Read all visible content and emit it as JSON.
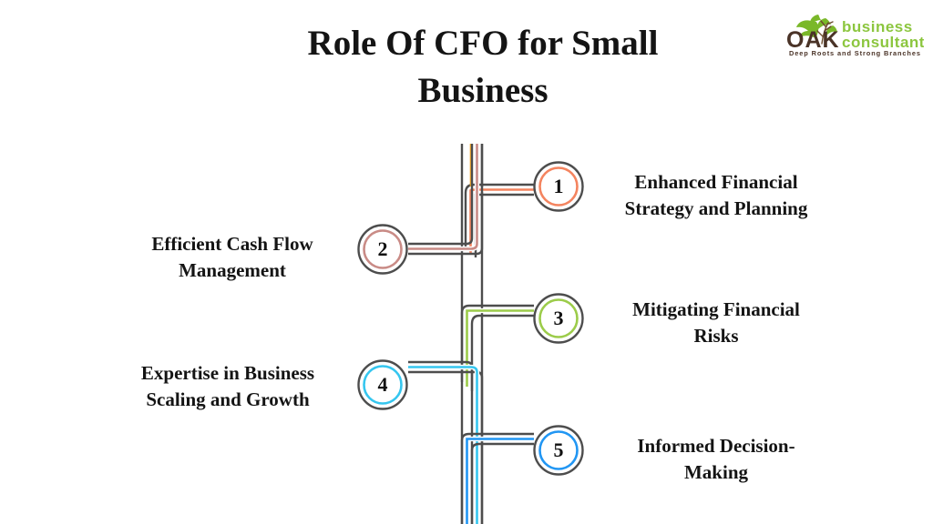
{
  "page": {
    "background_color": "#ffffff",
    "title_lines": [
      "Role Of CFO for Small",
      "Business"
    ],
    "title_full": "Role Of CFO for Small Business"
  },
  "logo": {
    "name": "oak-business-consultant-logo",
    "brand_word": "OAK",
    "line1": "business",
    "line2": "consultant",
    "tagline": "Deep Roots and Strong Branches",
    "colors": {
      "oak_text": "#4a3327",
      "green": "#8cc63f",
      "leaf_green": "#7ab829",
      "tagline": "#4a3327"
    }
  },
  "diagram": {
    "type": "branching-roadmap",
    "trunk_color": "#4d4d4d",
    "nodes": [
      {
        "number": "1",
        "label_lines": [
          "Enhanced Financial",
          "Strategy and Planning"
        ],
        "label": "Enhanced Financial Strategy and Planning",
        "side": "right",
        "color": "#f4845f",
        "trunk_color": "#f5a623"
      },
      {
        "number": "2",
        "label_lines": [
          "Efficient Cash Flow",
          "Management"
        ],
        "label": "Efficient Cash Flow Management",
        "side": "left",
        "color": "#c98b86",
        "trunk_color": "#c98b86"
      },
      {
        "number": "3",
        "label_lines": [
          "Mitigating Financial",
          "Risks"
        ],
        "label": "Mitigating Financial Risks",
        "side": "right",
        "color": "#9ccc4a",
        "trunk_color": "#9ccc4a"
      },
      {
        "number": "4",
        "label_lines": [
          "Expertise in Business",
          "Scaling and Growth"
        ],
        "label": "Expertise in Business Scaling and Growth",
        "side": "left",
        "color": "#35c6ef",
        "trunk_color": "#35c6ef"
      },
      {
        "number": "5",
        "label_lines": [
          "Informed Decision-",
          "Making"
        ],
        "label": "Informed Decision-Making",
        "side": "right",
        "color": "#2196f3",
        "trunk_color": "#2196f3"
      }
    ]
  }
}
